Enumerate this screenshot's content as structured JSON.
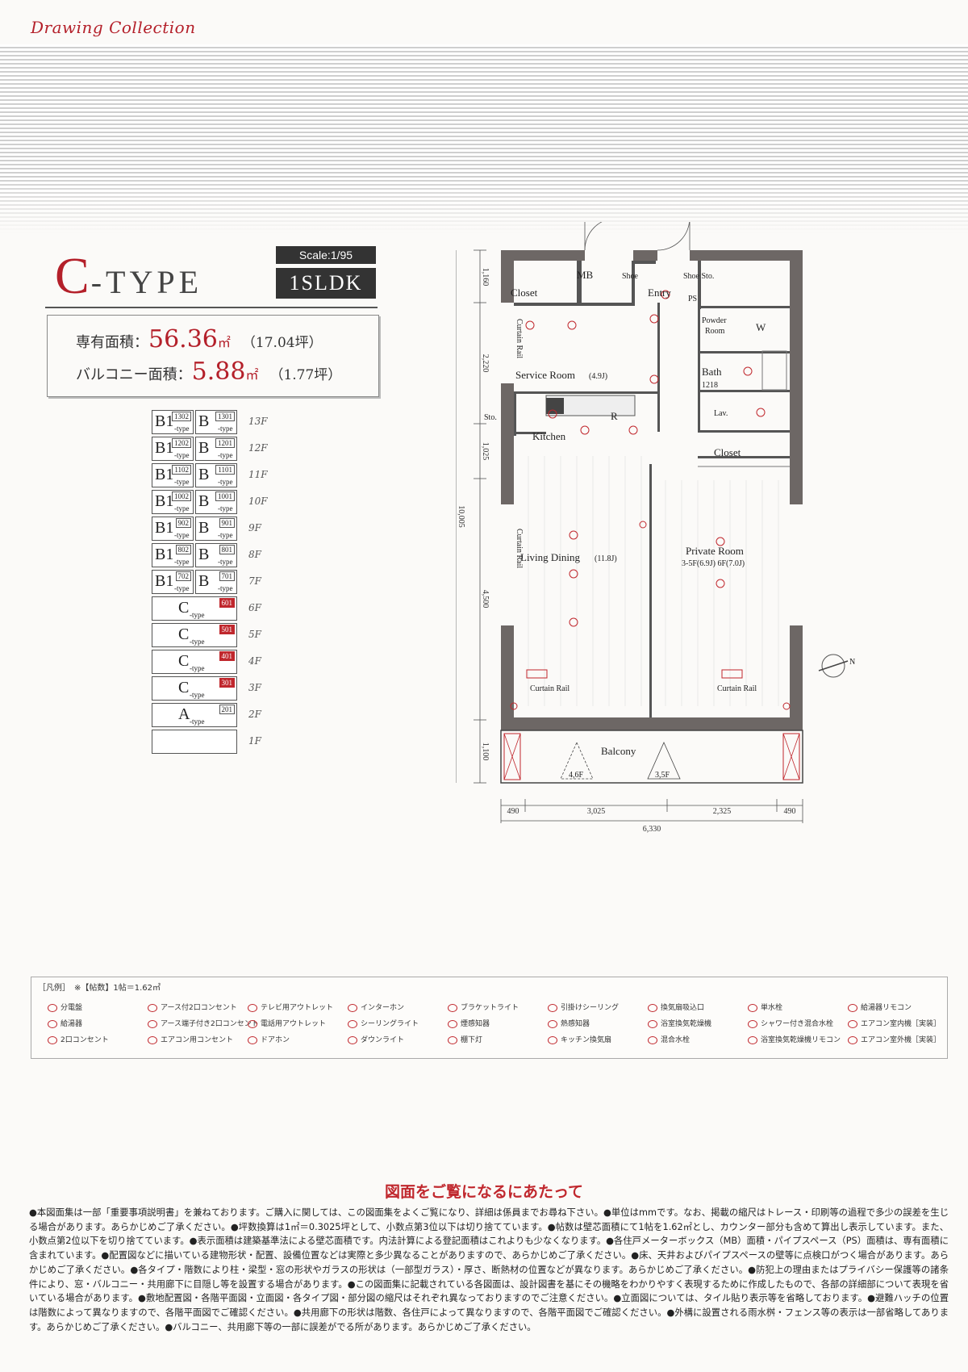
{
  "header": {
    "brand": "Drawing Collection"
  },
  "type": {
    "letter": "C",
    "rest": "-TYPE",
    "scale": "Scale:1/95",
    "layout": "1SLDK"
  },
  "areas": [
    {
      "label": "専有面積：",
      "num": "56.36",
      "unit": "㎡",
      "tsubo": "（17.04坪）"
    },
    {
      "label": "バルコニー面積：",
      "num": "5.88",
      "unit": "㎡",
      "tsubo": "（1.77坪）"
    }
  ],
  "floors": [
    {
      "floor": "13F",
      "cells": [
        {
          "big": "B1",
          "room": "1302",
          "small": "-type"
        },
        {
          "big": "B",
          "room": "1301",
          "small": "-type"
        }
      ]
    },
    {
      "floor": "12F",
      "cells": [
        {
          "big": "B1",
          "room": "1202",
          "small": "-type"
        },
        {
          "big": "B",
          "room": "1201",
          "small": "-type"
        }
      ]
    },
    {
      "floor": "11F",
      "cells": [
        {
          "big": "B1",
          "room": "1102",
          "small": "-type"
        },
        {
          "big": "B",
          "room": "1101",
          "small": "-type"
        }
      ]
    },
    {
      "floor": "10F",
      "cells": [
        {
          "big": "B1",
          "room": "1002",
          "small": "-type"
        },
        {
          "big": "B",
          "room": "1001",
          "small": "-type"
        }
      ]
    },
    {
      "floor": "9F",
      "cells": [
        {
          "big": "B1",
          "room": "902",
          "small": "-type"
        },
        {
          "big": "B",
          "room": "901",
          "small": "-type"
        }
      ]
    },
    {
      "floor": "8F",
      "cells": [
        {
          "big": "B1",
          "room": "802",
          "small": "-type"
        },
        {
          "big": "B",
          "room": "801",
          "small": "-type"
        }
      ]
    },
    {
      "floor": "7F",
      "cells": [
        {
          "big": "B1",
          "room": "702",
          "small": "-type"
        },
        {
          "big": "B",
          "room": "701",
          "small": "-type"
        }
      ]
    },
    {
      "floor": "6F",
      "cells": [
        {
          "big": "C",
          "room": "601",
          "small": "-type",
          "highlight": true
        }
      ]
    },
    {
      "floor": "5F",
      "cells": [
        {
          "big": "C",
          "room": "501",
          "small": "-type",
          "highlight": true
        }
      ]
    },
    {
      "floor": "4F",
      "cells": [
        {
          "big": "C",
          "room": "401",
          "small": "-type",
          "highlight": true
        }
      ]
    },
    {
      "floor": "3F",
      "cells": [
        {
          "big": "C",
          "room": "301",
          "small": "-type",
          "highlight": true
        }
      ]
    },
    {
      "floor": "2F",
      "cells": [
        {
          "big": "A",
          "room": "201",
          "small": "-type"
        }
      ]
    },
    {
      "floor": "1F",
      "cells": [
        {
          "big": "",
          "room": "",
          "small": ""
        }
      ]
    }
  ],
  "plan": {
    "rooms": {
      "mb": "MB",
      "shoe": "Shoe",
      "entry": "Entry",
      "shoe_sto": "Shoe\nSto.",
      "ps": "PS",
      "closet1": "Closet",
      "service": "Service Room",
      "service_size": "(4.9J)",
      "powder": "Powder",
      "powder2": "Room",
      "w": "W",
      "bath": "Bath",
      "bath_num": "1218",
      "sto": "Sto.",
      "kitchen": "Kitchen",
      "r": "R",
      "lav": "Lav.",
      "closet2": "Closet",
      "living": "Living Dining",
      "living_size": "(11.8J)",
      "private": "Private Room",
      "private_size": "3-5F(6.9J)  6F(7.0J)",
      "curtain1": "Curtain Rail",
      "curtain2": "Curtain Rail",
      "balcony": "Balcony",
      "f46": "4,6F",
      "f35": "3,5F",
      "curtain_v1": "Curtain Rail",
      "curtain_v2": "Curtain Rail"
    },
    "dims_v": [
      "1,160",
      "2,220",
      "1,025",
      "4,500",
      "1,100"
    ],
    "dim_total_v": "10,005",
    "dims_h": [
      "490",
      "3,025",
      "2,325",
      "490"
    ],
    "dim_total_h": "6,330",
    "north": "N"
  },
  "legend": {
    "title": "［凡例］　※【帖数】1帖＝1.62㎡",
    "items": [
      "分電盤",
      "給湯器",
      "2口コンセント",
      "アース付2口コンセント",
      "アース端子付き2口コンセント",
      "エアコン用コンセント",
      "テレビ用アウトレット",
      "電話用アウトレット",
      "ドアホン",
      "インターホン",
      "シーリングライト",
      "ダウンライト",
      "ブラケットライト",
      "煙感知器",
      "棚下灯",
      "引掛けシーリング",
      "熱感知器",
      "キッチン換気扇",
      "換気扇吸込口",
      "浴室換気乾燥機",
      "混合水栓",
      "単水栓",
      "シャワー付き混合水栓",
      "浴室換気乾燥機リモコン",
      "給湯器リモコン",
      "エアコン室内機［実装］",
      "エアコン室外機［実装］"
    ]
  },
  "notes": {
    "title": "図面をご覧になるにあたって",
    "body": "●本図面集は一部「重要事項説明書」を兼ねております。ご購入に関しては、この図面集をよくご覧になり、詳細は係員までお尋ね下さい。●単位はmmです。なお、掲載の縮尺はトレース・印刷等の過程で多少の誤差を生じる場合があります。あらかじめご了承ください。●坪数換算は1㎡＝0.3025坪として、小数点第3位以下は切り捨てています。●帖数は壁芯面積にて1帖を1.62㎡とし、カウンター部分も含めて算出し表示しています。また、小数点第2位以下を切り捨てています。●表示面積は建築基準法による壁芯面積です。内法計算による登記面積はこれよりも少なくなります。●各住戸メーターボックス（MB）面積・パイプスペース（PS）面積は、専有面積に含まれています。●配置図などに描いている建物形状・配置、設備位置などは実際と多少異なることがありますので、あらかじめご了承ください。●床、天井およびパイプスペースの壁等に点検口がつく場合があります。あらかじめご了承ください。●各タイプ・階数により柱・梁型・窓の形状やガラスの形状は（一部型ガラス）・厚さ、断熱材の位置などが異なります。あらかじめご了承ください。●防犯上の理由またはプライバシー保護等の諸条件により、窓・バルコニー・共用廊下に目隠し等を設置する場合があります。●この図面集に記載されている各図面は、設計図書を基にその機略をわかりやすく表現するために作成したもので、各部の詳細部について表現を省いている場合があります。●敷地配置図・各階平面図・立面図・各タイプ図・部分図の縮尺はそれぞれ異なっておりますのでご注意ください。●立面図については、タイル貼り表示等を省略しております。●避難ハッチの位置は階数によって異なりますので、各階平面図でご確認ください。●共用廊下の形状は階数、各住戸によって異なりますので、各階平面図でご確認ください。●外構に設置される雨水桝・フェンス等の表示は一部省略してあります。あらかじめご了承ください。●バルコニー、共用廊下等の一部に誤差がでる所があります。あらかじめご了承ください。"
  }
}
